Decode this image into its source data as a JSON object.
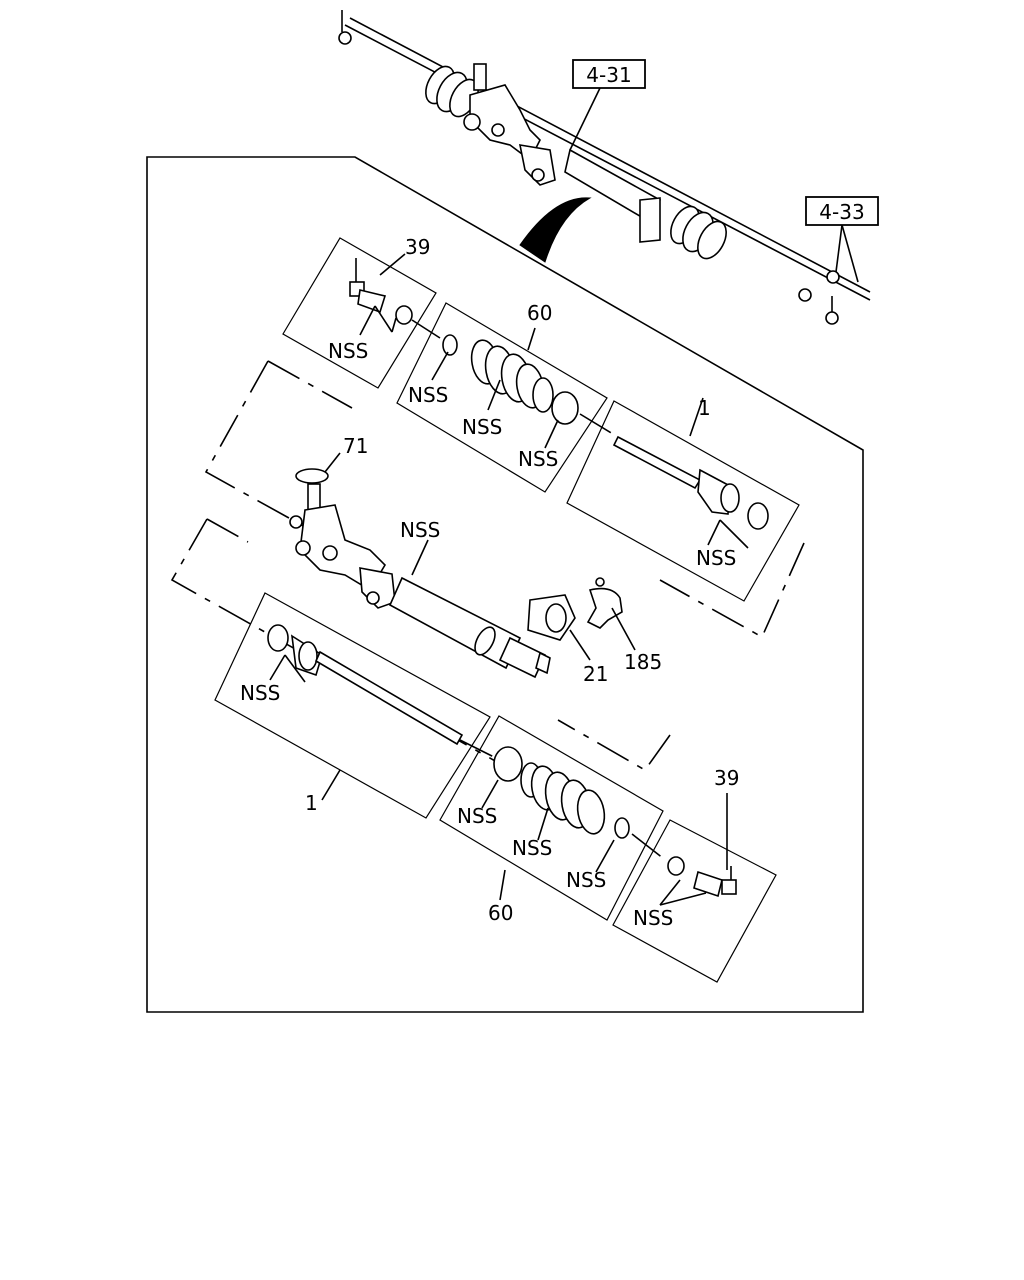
{
  "references": {
    "rack_assembly_ref": "4-31",
    "nut_ref": "4-33"
  },
  "callouts": {
    "tie_rod_end_upper": "39",
    "tie_rod_end_lower": "39",
    "boot_kit_upper": "60",
    "boot_kit_lower": "60",
    "inner_tie_rod_upper": "1",
    "inner_tie_rod_lower": "1",
    "cap": "71",
    "mount_rubber": "21",
    "clamp": "185"
  },
  "nss_labels": {
    "tre_upper": "NSS",
    "boot_clamp_small_upper": "NSS",
    "boot_upper": "NSS",
    "boot_clamp_large_upper": "NSS",
    "inner_rod_upper": "NSS",
    "housing": "NSS",
    "inner_rod_lower": "NSS",
    "boot_clamp_large_lower": "NSS",
    "boot_lower": "NSS",
    "boot_clamp_small_lower": "NSS",
    "tre_lower": "NSS"
  }
}
